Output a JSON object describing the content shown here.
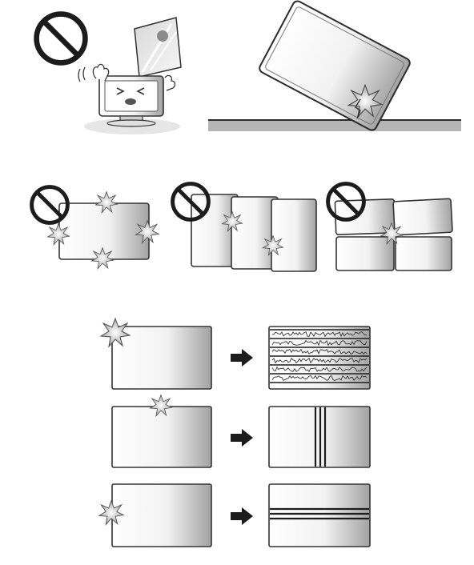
{
  "diagram": {
    "colors": {
      "line": "#2b2b2b",
      "panel_light": "#ffffff",
      "panel_dark": "#9a9a9a",
      "floor": "#b5b5b5",
      "impact": "#c8c8c8"
    },
    "icons": {
      "prohibited": "no-entry-circle-icon",
      "impact": "impact-burst-icon",
      "arrow": "right-arrow-icon"
    },
    "sections": [
      {
        "name": "sunlight-warning",
        "symbol": "prohibited"
      },
      {
        "name": "corner-drop-warning",
        "symbol": "none"
      },
      {
        "name": "edge-impact-warning",
        "symbol": "prohibited"
      },
      {
        "name": "overlap-impact-warning",
        "symbol": "prohibited"
      },
      {
        "name": "tiled-corner-impact-warning",
        "symbol": "prohibited"
      }
    ],
    "damage_results": [
      {
        "impact": "corner",
        "result": "noise-lines"
      },
      {
        "impact": "top-edge",
        "result": "vertical-lines"
      },
      {
        "impact": "side-edge",
        "result": "horizontal-lines"
      }
    ]
  }
}
